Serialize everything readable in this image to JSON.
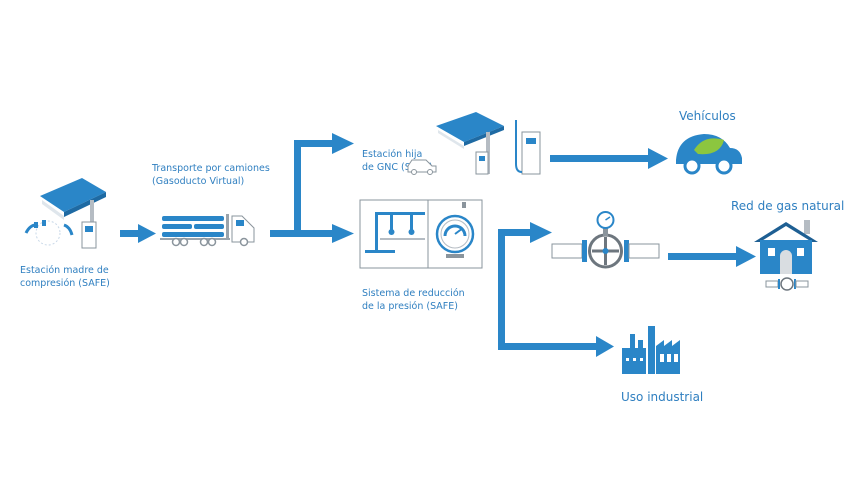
{
  "diagram": {
    "accent_color": "#2a86c8",
    "nodes": [
      {
        "id": "estacion-madre",
        "label_line1": "Estación madre de",
        "label_line2": "compresión (SAFE)",
        "icon": "gas-station-compressor-icon"
      },
      {
        "id": "transporte",
        "label_line1": "Transporte por camiones",
        "label_line2": "(Gasoducto Virtual)",
        "icon": "tube-trailer-truck-icon"
      },
      {
        "id": "estacion-hija",
        "label_line1": "Estación hija",
        "label_line2": "de GNC (SAFE)",
        "icon": "cng-station-icon"
      },
      {
        "id": "reduccion",
        "label_line1": "Sistema de reducción",
        "label_line2": "de la presión (SAFE)",
        "icon": "pressure-reduction-system-icon"
      },
      {
        "id": "vehiculos",
        "label": "Vehículos",
        "icon": "eco-car-icon"
      },
      {
        "id": "red-gas",
        "label": "Red de gas natural",
        "icon": "house-icon"
      },
      {
        "id": "industrial",
        "label": "Uso industrial",
        "icon": "factory-icon"
      },
      {
        "id": "valve",
        "icon": "valve-gauge-icon"
      }
    ],
    "edges": [
      {
        "from": "estacion-madre",
        "to": "transporte"
      },
      {
        "from": "transporte",
        "to": "estacion-hija"
      },
      {
        "from": "transporte",
        "to": "reduccion"
      },
      {
        "from": "estacion-hija",
        "to": "vehiculos"
      },
      {
        "from": "reduccion",
        "to": "valve"
      },
      {
        "from": "valve",
        "to": "red-gas"
      },
      {
        "from": "reduccion",
        "to": "industrial"
      }
    ]
  }
}
